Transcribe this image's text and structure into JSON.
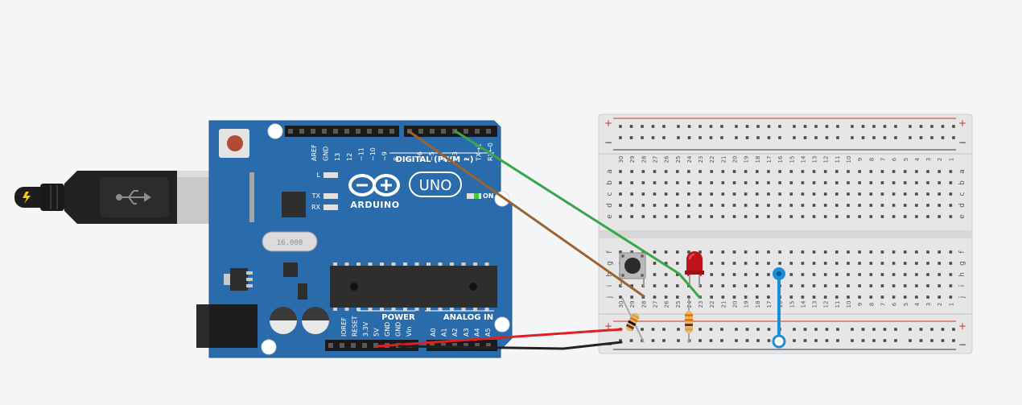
{
  "colors": {
    "background": "#f4f5f6",
    "board": "#2a6bab",
    "board_edge": "#1f5a94",
    "breadboard": "#e6e6e6",
    "rail_red": "#c0392b",
    "rail_dark": "#333333",
    "wire_green": "#3aa64a",
    "wire_brown": "#9a6332",
    "wire_red": "#e02020",
    "wire_black": "#222222",
    "wire_blue": "#1b8fd6",
    "led": "#c0141a"
  },
  "arduino": {
    "model": "UNO",
    "brand": "ARDUINO",
    "digital_label": "DIGITAL (PWM ~)",
    "power_label": "POWER",
    "analog_label": "ANALOG IN",
    "on_label": "ON",
    "l_label": "L",
    "tx_label": "TX",
    "rx_label": "RX",
    "crystal_label": "16.000",
    "digital_pins": [
      "AREF",
      "GND",
      "13",
      "12",
      "~11",
      "~10",
      "~9",
      "8",
      "7",
      "~6",
      "~5",
      "4",
      "~3",
      "2",
      "TX→1",
      "RX←0"
    ],
    "power_pins": [
      "IOREF",
      "RESET",
      "3.3V",
      "5V",
      "GND",
      "GND",
      "Vin"
    ],
    "analog_pins": [
      "A0",
      "A1",
      "A2",
      "A3",
      "A4",
      "A5"
    ]
  },
  "breadboard": {
    "plus": "+",
    "minus": "−",
    "row_letters_top": [
      "a",
      "b",
      "c",
      "d",
      "e"
    ],
    "row_letters_bottom": [
      "f",
      "g",
      "h",
      "i",
      "j"
    ],
    "column_count": 30
  },
  "components": [
    {
      "name": "pushbutton",
      "type": "button"
    },
    {
      "name": "led",
      "type": "led",
      "color": "red"
    },
    {
      "name": "resistor-1",
      "type": "resistor"
    },
    {
      "name": "resistor-2",
      "type": "resistor"
    }
  ],
  "wires": [
    {
      "name": "wire-green",
      "color": "green"
    },
    {
      "name": "wire-brown",
      "color": "brown"
    },
    {
      "name": "wire-red",
      "color": "red"
    },
    {
      "name": "wire-black",
      "color": "black"
    },
    {
      "name": "wire-blue",
      "color": "blue"
    }
  ]
}
